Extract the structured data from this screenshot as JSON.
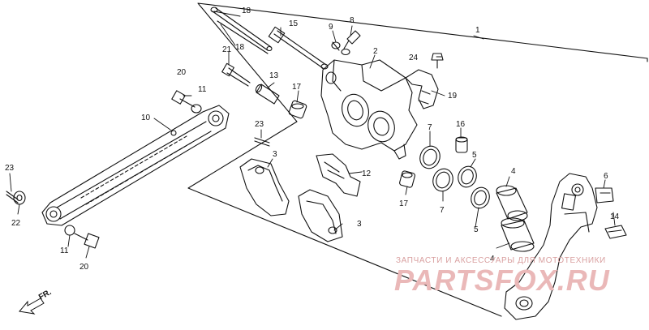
{
  "labels": [
    {
      "text": "1"
    },
    {
      "text": "2"
    },
    {
      "text": "3"
    },
    {
      "text": "3"
    },
    {
      "text": "4"
    },
    {
      "text": "4"
    },
    {
      "text": "5"
    },
    {
      "text": "5"
    },
    {
      "text": "6"
    },
    {
      "text": "7"
    },
    {
      "text": "7"
    },
    {
      "text": "8"
    },
    {
      "text": "9"
    },
    {
      "text": "10"
    },
    {
      "text": "11"
    },
    {
      "text": "11"
    },
    {
      "text": "12"
    },
    {
      "text": "13"
    },
    {
      "text": "14"
    },
    {
      "text": "15"
    },
    {
      "text": "16"
    },
    {
      "text": "17"
    },
    {
      "text": "17"
    },
    {
      "text": "18"
    },
    {
      "text": "18"
    },
    {
      "text": "19"
    },
    {
      "text": "20"
    },
    {
      "text": "20"
    },
    {
      "text": "21"
    },
    {
      "text": "22"
    },
    {
      "text": "23"
    },
    {
      "text": "23"
    },
    {
      "text": "24"
    }
  ],
  "watermark": {
    "caption": "ЗАПЧАСТИ И АКСЕССУАРЫ ДЛЯ МОТОТЕХНИКИ",
    "brand": "PARTSFOX.RU",
    "color": "#e8b4b4"
  },
  "direction": {
    "label": "FR."
  },
  "colors": {
    "line": "#111111",
    "background": "#ffffff"
  }
}
